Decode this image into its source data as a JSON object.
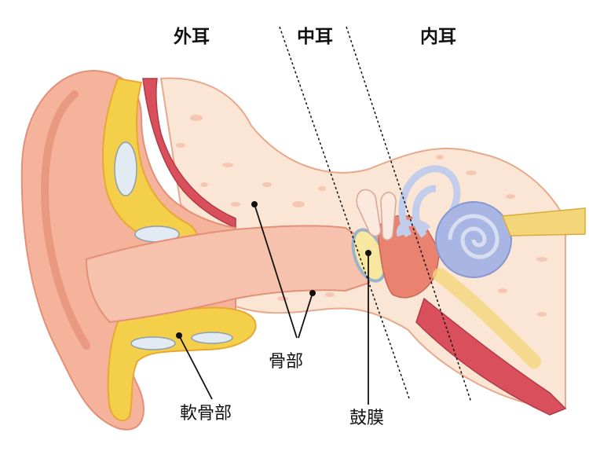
{
  "headers": {
    "outer_ear": "外耳",
    "middle_ear": "中耳",
    "inner_ear": "内耳"
  },
  "labels": {
    "bony_part": "骨部",
    "cartilage_part": "軟骨部",
    "eardrum": "鼓膜"
  },
  "colors": {
    "skin": "#f4b39a",
    "skin_dark": "#e48f78",
    "cartilage": "#f4cf4a",
    "cartilage_cell": "#e9a735",
    "bone": "#fbe6d6",
    "bone_spot": "#f3c7b1",
    "muscle": "#d9505c",
    "canal": "#f6c2ad",
    "eardrum": "#f7e7a0",
    "labyrinth": "#c2cdec",
    "cochlea": "#a9b6e3",
    "nerve": "#f4d67a"
  }
}
